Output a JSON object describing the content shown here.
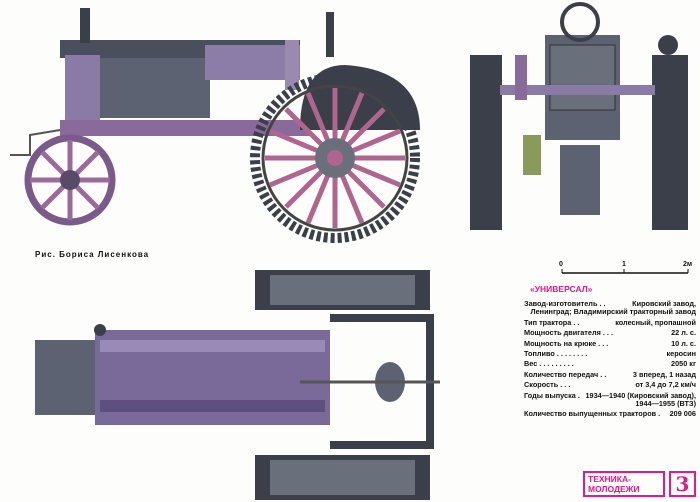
{
  "caption": "Рис. Бориса Лисенкова",
  "scale": {
    "labels": [
      "0",
      "1",
      "2м"
    ]
  },
  "specs": {
    "title": "«УНИВЕРСАЛ»",
    "rows": [
      {
        "key": "Завод-изготовитель . .",
        "value": "Кировский завод, Ленинград; Владимирский тракторный завод"
      },
      {
        "key": "Тип трактора . .",
        "value": "колесный, пропашной"
      },
      {
        "key": "Мощность двигателя . . .",
        "value": "22 л. с."
      },
      {
        "key": "Мощность на крюке . . .",
        "value": "10 л. с."
      },
      {
        "key": "Топливо . . . . . . . .",
        "value": "керосин"
      },
      {
        "key": "Вес . . . . . . . . .",
        "value": "2050 кг"
      },
      {
        "key": "Количество передач . .",
        "value": "3 вперед, 1 назад"
      },
      {
        "key": "Скорость . . .",
        "value": "от 3,4 до 7,2 км/ч"
      },
      {
        "key": "Годы выпуска .",
        "value": "1934—1940 (Кировский завод), 1944—1955 (ВТЗ)"
      },
      {
        "key": "Количество выпущенных тракторов .",
        "value": "209 006"
      }
    ]
  },
  "logo": {
    "line1": "ТЕХНИКА-",
    "line2": "МОЛОДЕЖИ",
    "issue": "3"
  },
  "colors": {
    "accent": "#e0198c",
    "body": "#7a6a9a",
    "spokes": "#b0658f",
    "dark": "#3a3f4a"
  }
}
